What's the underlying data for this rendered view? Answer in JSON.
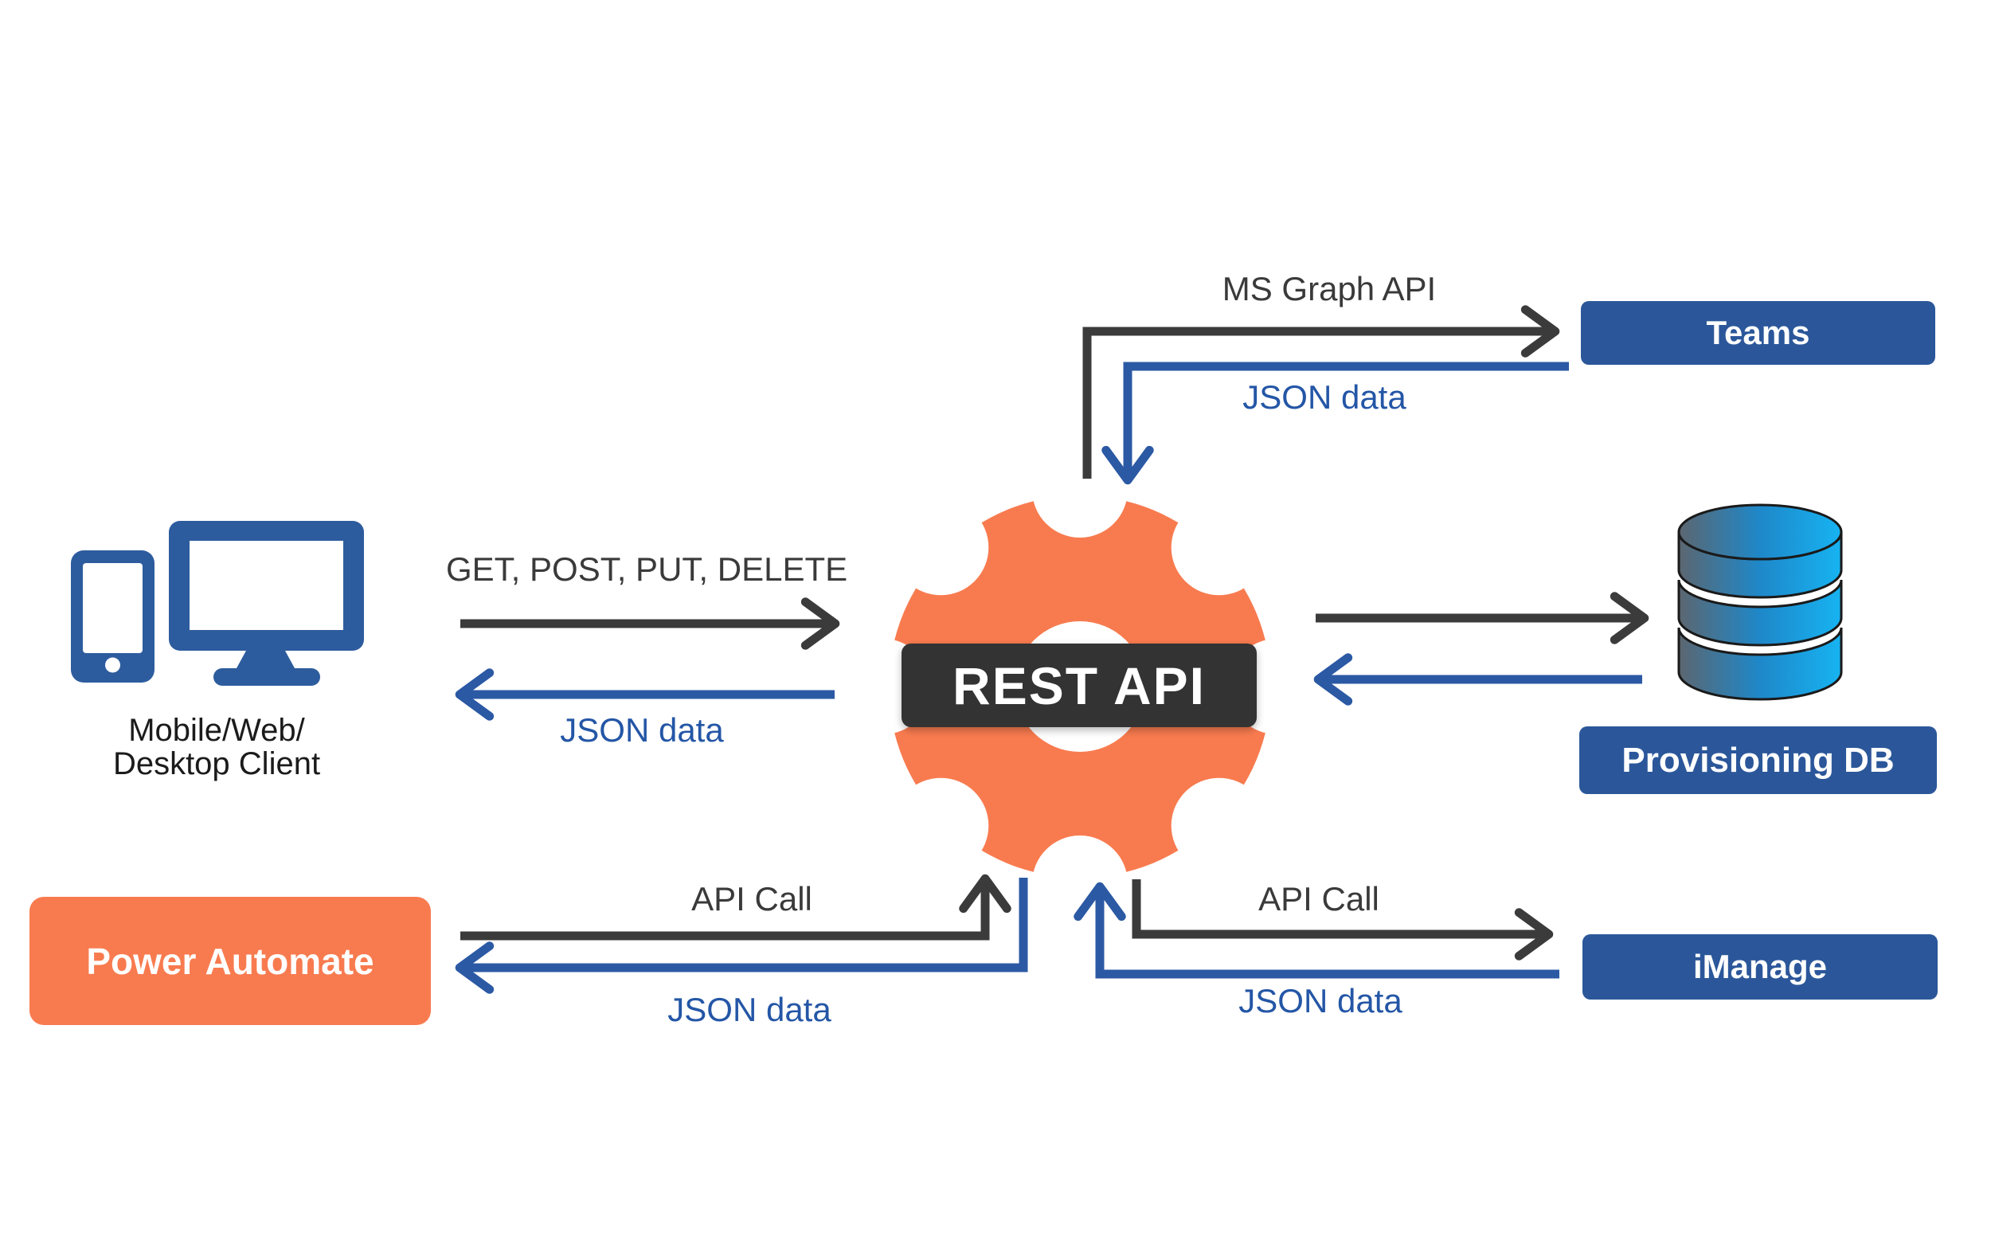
{
  "colors": {
    "canvas": "#FFFFFF",
    "orange": "#F87B4F",
    "node-blue": "#2B579A",
    "icon-blue": "#2D5C9E",
    "arrow-dark": "#3B3B3B",
    "arrow-blue": "#2B59A4",
    "text-dark": "#3A3A3A",
    "text-blue": "#2456A6",
    "text-black": "#1B1B1B",
    "rest-box": "#333333",
    "db-left": "#5C6670",
    "db-mid": "#1E88C9",
    "db-right": "#17B3F2",
    "db-stroke": "#1A1A1A"
  },
  "center": {
    "label": "REST API"
  },
  "nodes": {
    "client": {
      "line1": "Mobile/Web/",
      "line2": "Desktop Client"
    },
    "teams": {
      "label": "Teams"
    },
    "db": {
      "label": "Provisioning DB"
    },
    "imanage": {
      "label": "iManage"
    },
    "power": {
      "label": "Power Automate"
    }
  },
  "edges": {
    "client_request": {
      "label": "GET, POST, PUT, DELETE"
    },
    "client_response": {
      "label": "JSON data"
    },
    "teams_request": {
      "label": "MS Graph API"
    },
    "teams_response": {
      "label": "JSON data"
    },
    "power_request": {
      "label": "API Call"
    },
    "power_response": {
      "label": "JSON data"
    },
    "imanage_request": {
      "label": "API Call"
    },
    "imanage_response": {
      "label": "JSON data"
    }
  }
}
